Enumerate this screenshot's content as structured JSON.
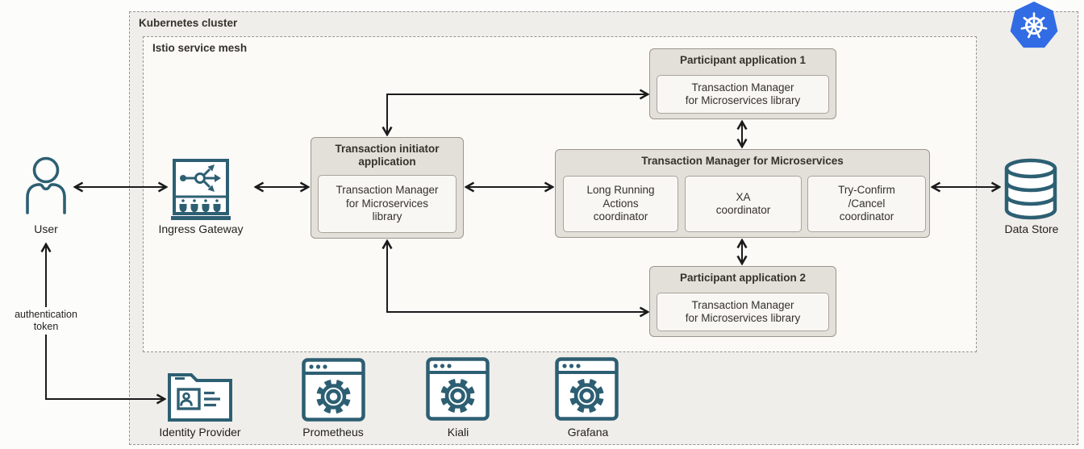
{
  "cluster": {
    "label": "Kubernetes cluster"
  },
  "mesh": {
    "label": "Istio service mesh"
  },
  "nodes": {
    "user": {
      "label": "User"
    },
    "ingress_gateway": {
      "label": "Ingress Gateway"
    },
    "initiator": {
      "title": "Transaction initiator application",
      "title_lines": [
        "Transaction initiator",
        "application"
      ],
      "library": "Transaction Manager for Microservices library",
      "library_lines": [
        "Transaction Manager",
        "for Microservices",
        "library"
      ]
    },
    "participant1": {
      "title": "Participant application 1",
      "library": "Transaction Manager for Microservices library",
      "library_lines": [
        "Transaction Manager",
        "for Microservices library"
      ]
    },
    "participant2": {
      "title": "Participant application 2",
      "library": "Transaction Manager for Microservices library",
      "library_lines": [
        "Transaction Manager",
        "for Microservices library"
      ]
    },
    "tmm": {
      "title": "Transaction Manager for Microservices",
      "coordinators": [
        {
          "label": "Long Running Actions coordinator",
          "lines": [
            "Long Running",
            "Actions",
            "coordinator"
          ]
        },
        {
          "label": "XA coordinator",
          "lines": [
            "XA",
            "coordinator"
          ]
        },
        {
          "label": "Try-Confirm /Cancel coordinator",
          "lines": [
            "Try-Confirm",
            "/Cancel",
            "coordinator"
          ]
        }
      ]
    },
    "data_store": {
      "label": "Data Store"
    },
    "identity_provider": {
      "label": "Identity Provider"
    },
    "prometheus": {
      "label": "Prometheus"
    },
    "kiali": {
      "label": "Kiali"
    },
    "grafana": {
      "label": "Grafana"
    }
  },
  "edges": {
    "auth_token": {
      "label": "authentication token",
      "lines": [
        "authentication",
        "token"
      ]
    }
  },
  "icons": {
    "user": "person-outline",
    "ingress_gateway": "gateway-branch",
    "data_store": "database-cylinder",
    "identity_provider": "folder-id-card",
    "prometheus": "browser-gear",
    "kiali": "browser-gear",
    "grafana": "browser-gear",
    "kubernetes": "kubernetes-helm-wheel"
  },
  "colors": {
    "icon_teal": "#2d5f73",
    "kubernetes_blue": "#326CE5",
    "outer_box_fill": "#e3e0da",
    "inner_box_fill": "#f8f7f4",
    "cluster_fill": "#f0eeea",
    "mesh_fill": "#fbfaf7",
    "arrow": "#1b1b1b"
  }
}
